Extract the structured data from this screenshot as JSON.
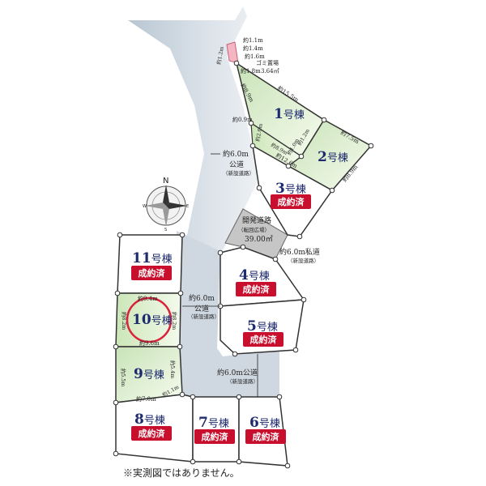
{
  "lots": [
    {
      "id": "1",
      "label": "号棟",
      "sold": false
    },
    {
      "id": "2",
      "label": "号棟",
      "sold": false
    },
    {
      "id": "3",
      "label": "号棟",
      "sold": true
    },
    {
      "id": "4",
      "label": "号棟",
      "sold": true
    },
    {
      "id": "5",
      "label": "号棟",
      "sold": true
    },
    {
      "id": "6",
      "label": "号棟",
      "sold": true
    },
    {
      "id": "7",
      "label": "号棟",
      "sold": true
    },
    {
      "id": "8",
      "label": "号棟",
      "sold": true
    },
    {
      "id": "9",
      "label": "号棟",
      "sold": false
    },
    {
      "id": "10",
      "label": "号棟",
      "sold": false
    },
    {
      "id": "11",
      "label": "号棟",
      "sold": true
    }
  ],
  "sold_label": "成約済",
  "roads": {
    "main_width": "約6.0m",
    "main_type": "公道",
    "main_note": "（新設道路）",
    "mid_width": "約6.0m",
    "mid_type": "公道",
    "mid_note": "（新設道路）",
    "low_width": "約6.0m公道",
    "low_note": "（新設道路）",
    "private_width": "約6.0m私道",
    "private_note": "（新設道路）",
    "dev_road_line1": "開発道路",
    "dev_road_line2": "（転回広場）",
    "dev_road_area": "39.00㎡"
  },
  "garbage": {
    "label": "ゴミ置場",
    "area": "3.64㎡"
  },
  "dims": {
    "g1": "約1.1m",
    "g2": "約1.4m",
    "g3": "約1.6m",
    "g4": "約1.8m",
    "g5": "約1.2m",
    "l1_top": "約15.5m",
    "l1_left": "約8.9m",
    "l1_a": "約0.9m",
    "l1_b": "約2.0m",
    "l1_c": "約1.2m",
    "l2_top": "約7.5m",
    "l2_right": "約8.9m",
    "l2_bot": "約12.6m",
    "l2_d": "約1.0m",
    "l2_e": "約8.9m",
    "l10_top": "約9.4m",
    "l10_left": "約8.2m",
    "l10_right": "約8.2m",
    "l10_bot": "約9.6m",
    "l9_right": "約5.4m",
    "l9_left": "約5.5m",
    "l9_bot": "約7.0m",
    "l9_c": "約1.1m"
  },
  "compass": {
    "n": "N",
    "s": "S",
    "e": "E",
    "w": "W"
  },
  "note": "※実測図ではありません。",
  "colors": {
    "road": "#c8d4de",
    "dev_road": "#c9c9c9",
    "lot_green": "#d7ebc9",
    "sold_badge": "#c8102e",
    "lot_text": "#1d2a6e",
    "highlight_circle": "#d9233a"
  }
}
